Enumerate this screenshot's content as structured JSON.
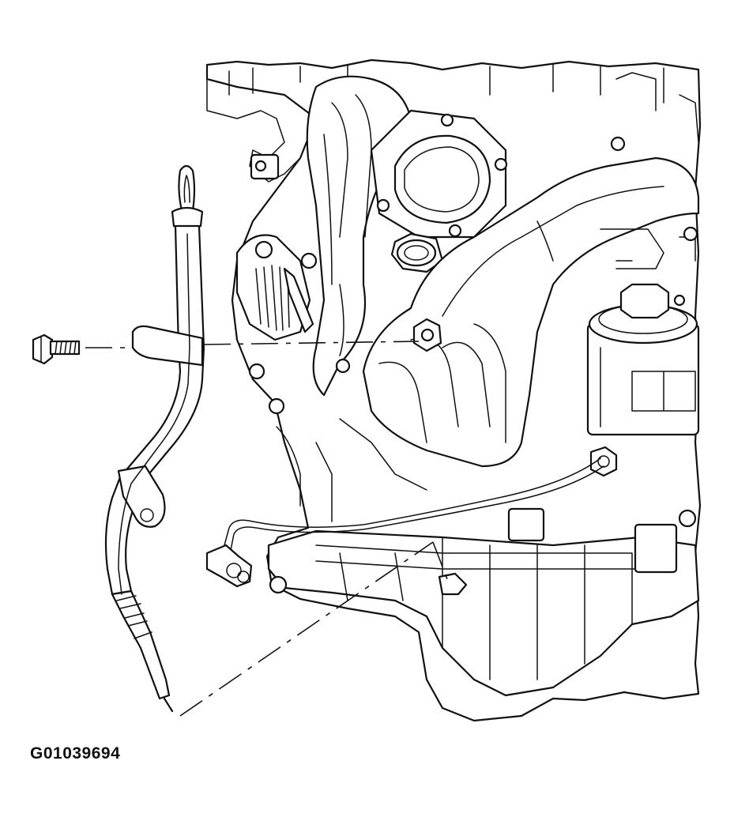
{
  "figure": {
    "id_label": "G01039694",
    "parts": {
      "bolt": "bolt-icon",
      "dipstick_tube": "oil-dipstick-tube",
      "engine": "engine-assembly"
    },
    "line_color": "#111111",
    "background": "#ffffff"
  }
}
